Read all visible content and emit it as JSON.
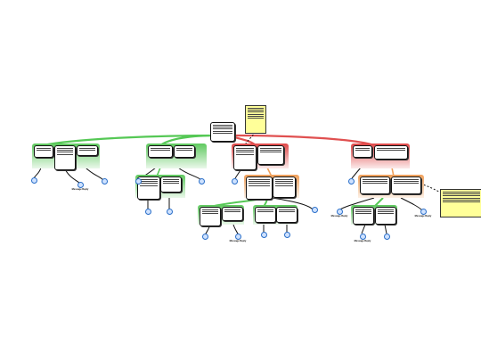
{
  "diagram": {
    "leaf_labels": [
      "Message Reply",
      "Message Reply",
      "Message Reply",
      "Message Reply",
      "Message Reply"
    ]
  }
}
